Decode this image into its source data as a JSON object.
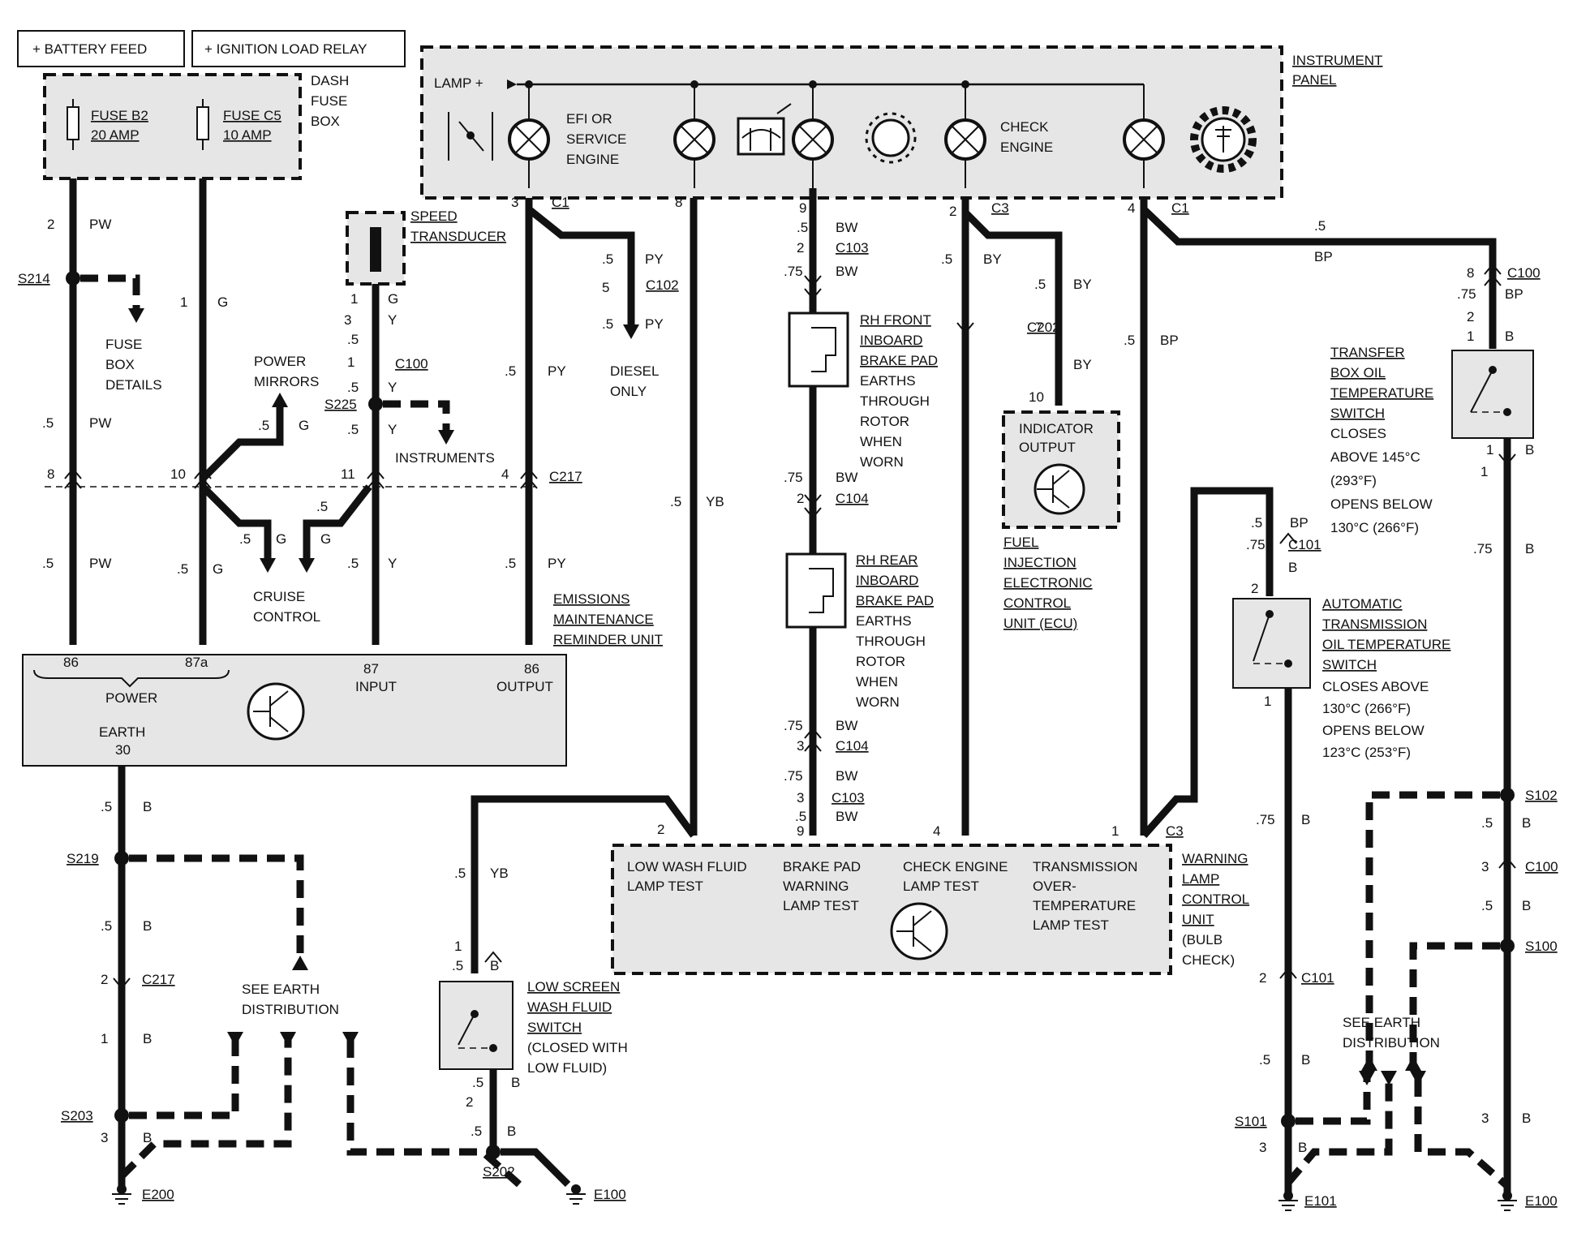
{
  "top_boxes": {
    "battery": "+ BATTERY FEED",
    "ignition": "+ IGNITION LOAD RELAY"
  },
  "fuse_box": {
    "label_lines": [
      "DASH",
      "FUSE",
      "BOX"
    ],
    "fuse_b2_name": "FUSE B2",
    "fuse_b2_rating": "20 AMP",
    "fuse_c5_name": "FUSE C5",
    "fuse_c5_rating": "10 AMP",
    "details_lines": [
      "FUSE",
      "BOX",
      "DETAILS"
    ]
  },
  "instrument_panel": {
    "label_lines": [
      "INSTRUMENT",
      "PANEL"
    ],
    "lamp_plus": "LAMP +",
    "efi_lines": [
      "EFI OR",
      "SERVICE",
      "ENGINE"
    ],
    "check_engine_lines": [
      "CHECK",
      "ENGINE"
    ]
  },
  "speed_transducer": {
    "lines": [
      "SPEED",
      "TRANSDUCER"
    ]
  },
  "branches": {
    "power_mirrors_lines": [
      "POWER",
      "MIRRORS"
    ],
    "instruments": "INSTRUMENTS",
    "cruise_control_lines": [
      "CRUISE",
      "CONTROL"
    ],
    "diesel_only_lines": [
      "DIESEL",
      "ONLY"
    ]
  },
  "emr_unit": {
    "label_lines": [
      "EMISSIONS",
      "MAINTENANCE",
      "REMINDER UNIT"
    ],
    "pin_86_left": "86",
    "pin_87a": "87a",
    "power": "POWER",
    "earth": "EARTH",
    "pin_30": "30",
    "pin_87": "87",
    "input": "INPUT",
    "pin_86_right": "86",
    "output": "OUTPUT"
  },
  "brake_pads": {
    "front_lines": [
      "RH FRONT",
      "INBOARD",
      "BRAKE PAD"
    ],
    "front_note_lines": [
      "EARTHS",
      "THROUGH",
      "ROTOR",
      "WHEN",
      "WORN"
    ],
    "rear_lines": [
      "RH REAR",
      "INBOARD",
      "BRAKE PAD"
    ],
    "rear_note_lines": [
      "EARTHS",
      "THROUGH",
      "ROTOR",
      "WHEN",
      "WORN"
    ]
  },
  "indicator_output": {
    "lines": [
      "INDICATOR",
      "OUTPUT"
    ]
  },
  "ecu": {
    "lines": [
      "FUEL",
      "INJECTION",
      "ELECTRONIC",
      "CONTROL",
      "UNIT (ECU)"
    ]
  },
  "transfer_switch": {
    "title_lines": [
      "TRANSFER",
      "BOX OIL",
      "TEMPERATURE",
      "SWITCH"
    ],
    "note_lines": [
      "CLOSES",
      "ABOVE 145°C",
      "(293°F)",
      "OPENS BELOW",
      "130°C (266°F)"
    ]
  },
  "atm_switch": {
    "title_lines": [
      "AUTOMATIC",
      "TRANSMISSION",
      "OIL TEMPERATURE",
      "SWITCH"
    ],
    "note_lines": [
      "CLOSES ABOVE",
      "130°C (266°F)",
      "OPENS BELOW",
      "123°C (253°F)"
    ]
  },
  "warning_unit": {
    "label_lines": [
      "WARNING",
      "LAMP",
      "CONTROL",
      "UNIT",
      "(BULB",
      "CHECK)"
    ],
    "low_wash_lines": [
      "LOW WASH FLUID",
      "LAMP TEST"
    ],
    "brake_pad_lines": [
      "BRAKE PAD",
      "WARNING",
      "LAMP TEST"
    ],
    "check_engine_lines": [
      "CHECK ENGINE",
      "LAMP TEST"
    ],
    "transmission_lines": [
      "TRANSMISSION",
      "OVER-",
      "TEMPERATURE",
      "LAMP TEST"
    ]
  },
  "low_screen_switch": {
    "title_lines": [
      "LOW SCREEN",
      "WASH FLUID",
      "SWITCH"
    ],
    "note_lines": [
      "(CLOSED WITH",
      "LOW FLUID)"
    ]
  },
  "earth_distribution": {
    "left_lines": [
      "SEE EARTH",
      "DISTRIBUTION"
    ],
    "right_lines": [
      "SEE EARTH",
      "DISTRIBUTION"
    ]
  },
  "splices": {
    "s214": "S214",
    "s225": "S225",
    "s219": "S219",
    "s203": "S203",
    "s202": "S202",
    "s101": "S101",
    "s102": "S102",
    "s100": "S100"
  },
  "grounds": {
    "e200": "E200",
    "e100_mid": "E100",
    "e101": "E101",
    "e100_right": "E100"
  },
  "connectors": {
    "c1_a": "C1",
    "c1_b": "C1",
    "c3_a": "C3",
    "c3_b": "C3",
    "c100_a": "C100",
    "c100_b": "C100",
    "c100_c": "C100",
    "c101_a": "C101",
    "c101_b": "C101",
    "c102": "C102",
    "c103_a": "C103",
    "c103_b": "C103",
    "c104_a": "C104",
    "c104_b": "C104",
    "c202": "C202",
    "c217_a": "C217",
    "c217_b": "C217"
  },
  "wire_labels": [
    {
      "id": "w1",
      "text": "2"
    },
    {
      "id": "w2",
      "text": "PW"
    },
    {
      "id": "w3",
      "text": ".5"
    },
    {
      "id": "w4",
      "text": "PW"
    },
    {
      "id": "w5",
      "text": "8"
    },
    {
      "id": "w6",
      "text": ".5"
    },
    {
      "id": "w7",
      "text": "PW"
    },
    {
      "id": "w8",
      "text": "1"
    },
    {
      "id": "w9",
      "text": "G"
    },
    {
      "id": "w10",
      "text": ".5"
    },
    {
      "id": "w11",
      "text": "G"
    },
    {
      "id": "w12",
      "text": "10"
    },
    {
      "id": "w13",
      "text": ".5"
    },
    {
      "id": "w14",
      "text": "G"
    },
    {
      "id": "w15",
      "text": ".5"
    },
    {
      "id": "w16",
      "text": "G"
    },
    {
      "id": "w17",
      "text": ".5"
    },
    {
      "id": "w18",
      "text": "G"
    },
    {
      "id": "w19",
      "text": "1"
    },
    {
      "id": "w20",
      "text": "G"
    },
    {
      "id": "w21",
      "text": "3"
    },
    {
      "id": "w22",
      "text": "Y"
    },
    {
      "id": "w23",
      "text": ".5"
    },
    {
      "id": "w24",
      "text": "1"
    },
    {
      "id": "w25",
      "text": ".5"
    },
    {
      "id": "w26",
      "text": "Y"
    },
    {
      "id": "w27",
      "text": ".5"
    },
    {
      "id": "w28",
      "text": "Y"
    },
    {
      "id": "w29",
      "text": "11"
    },
    {
      "id": "w30",
      "text": ".5"
    },
    {
      "id": "w31",
      "text": "Y"
    },
    {
      "id": "w32",
      "text": "3"
    },
    {
      "id": "w33",
      "text": ".5"
    },
    {
      "id": "w34",
      "text": "PY"
    },
    {
      "id": "w35",
      "text": "4"
    },
    {
      "id": "w36",
      "text": ".5"
    },
    {
      "id": "w37",
      "text": "PY"
    },
    {
      "id": "w38",
      "text": ".5"
    },
    {
      "id": "w39",
      "text": "PY"
    },
    {
      "id": "w40",
      "text": "5"
    },
    {
      "id": "w41",
      "text": ".5"
    },
    {
      "id": "w42",
      "text": "PY"
    },
    {
      "id": "w43",
      "text": "8"
    },
    {
      "id": "w44",
      "text": ".5"
    },
    {
      "id": "w45",
      "text": "YB"
    },
    {
      "id": "w46",
      "text": "9"
    },
    {
      "id": "w47",
      "text": ".5"
    },
    {
      "id": "w48",
      "text": "BW"
    },
    {
      "id": "w49",
      "text": "2"
    },
    {
      "id": "w50",
      "text": ".75"
    },
    {
      "id": "w51",
      "text": "BW"
    },
    {
      "id": "w52",
      "text": ".75"
    },
    {
      "id": "w53",
      "text": "BW"
    },
    {
      "id": "w54",
      "text": "2"
    },
    {
      "id": "w55",
      "text": ".75"
    },
    {
      "id": "w56",
      "text": "BW"
    },
    {
      "id": "w57",
      "text": "3"
    },
    {
      "id": "w58",
      "text": ".75"
    },
    {
      "id": "w59",
      "text": "BW"
    },
    {
      "id": "w60",
      "text": "3"
    },
    {
      "id": "w61",
      "text": ".5"
    },
    {
      "id": "w62",
      "text": "BW"
    },
    {
      "id": "w63",
      "text": "9"
    },
    {
      "id": "w64",
      "text": "2"
    },
    {
      "id": "w65",
      "text": ".5"
    },
    {
      "id": "w66",
      "text": "BY"
    },
    {
      "id": "w67",
      "text": ".5"
    },
    {
      "id": "w68",
      "text": "BY"
    },
    {
      "id": "w69",
      "text": "7"
    },
    {
      "id": "w70",
      "text": "BY"
    },
    {
      "id": "w71",
      "text": "10"
    },
    {
      "id": "w72",
      "text": "4"
    },
    {
      "id": "w73",
      "text": ".5"
    },
    {
      "id": "w74",
      "text": "BP"
    },
    {
      "id": "w75",
      "text": ".5"
    },
    {
      "id": "w76",
      "text": "BP"
    },
    {
      "id": "w77",
      "text": "8"
    },
    {
      "id": "w78",
      "text": ".75"
    },
    {
      "id": "w79",
      "text": "BP"
    },
    {
      "id": "w80",
      "text": "2"
    },
    {
      "id": "w81",
      "text": "1"
    },
    {
      "id": "w82",
      "text": "B"
    },
    {
      "id": "w83",
      "text": "1"
    },
    {
      "id": "w84",
      "text": "B"
    },
    {
      "id": "w85",
      "text": "1"
    },
    {
      "id": "w86",
      "text": ".75"
    },
    {
      "id": "w87",
      "text": "B"
    },
    {
      "id": "w88",
      "text": ".5"
    },
    {
      "id": "w89",
      "text": "B"
    },
    {
      "id": "w90",
      "text": "3"
    },
    {
      "id": "w91",
      "text": ".5"
    },
    {
      "id": "w92",
      "text": "B"
    },
    {
      "id": "w93",
      "text": "3"
    },
    {
      "id": "w94",
      "text": "B"
    },
    {
      "id": "w95",
      "text": ".5"
    },
    {
      "id": "w96",
      "text": "BP"
    },
    {
      "id": "w97",
      "text": ".75"
    },
    {
      "id": "w98",
      "text": "B"
    },
    {
      "id": "w99",
      "text": "2"
    },
    {
      "id": "w100",
      "text": "1"
    },
    {
      "id": "w101",
      "text": ".75"
    },
    {
      "id": "w102",
      "text": "B"
    },
    {
      "id": "w103",
      "text": "2"
    },
    {
      "id": "w104",
      "text": ".5"
    },
    {
      "id": "w105",
      "text": "B"
    },
    {
      "id": "w106",
      "text": "3"
    },
    {
      "id": "w107",
      "text": "B"
    },
    {
      "id": "w108",
      "text": ".5"
    },
    {
      "id": "w109",
      "text": "B"
    },
    {
      "id": "w110",
      "text": ".5"
    },
    {
      "id": "w111",
      "text": "B"
    },
    {
      "id": "w112",
      "text": "2"
    },
    {
      "id": "w113",
      "text": "1"
    },
    {
      "id": "w114",
      "text": "B"
    },
    {
      "id": "w115",
      "text": "3"
    },
    {
      "id": "w116",
      "text": "B"
    },
    {
      "id": "w117",
      "text": "2"
    },
    {
      "id": "w118",
      "text": ".5"
    },
    {
      "id": "w119",
      "text": "YB"
    },
    {
      "id": "w120",
      "text": "1"
    },
    {
      "id": "w121",
      "text": ".5"
    },
    {
      "id": "w122",
      "text": "B"
    },
    {
      "id": "w123",
      "text": ".5"
    },
    {
      "id": "w124",
      "text": "B"
    },
    {
      "id": "w125",
      "text": "2"
    },
    {
      "id": "w126",
      "text": ".5"
    },
    {
      "id": "w127",
      "text": "B"
    },
    {
      "id": "w128",
      "text": "4"
    },
    {
      "id": "w129",
      "text": "1"
    }
  ]
}
